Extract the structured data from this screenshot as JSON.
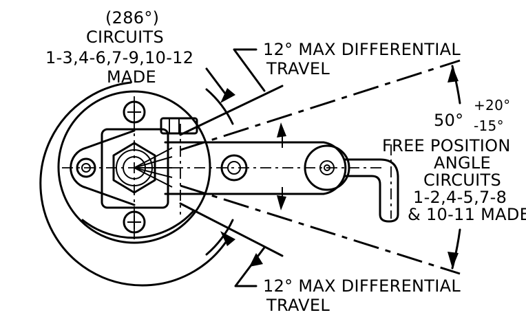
{
  "labels": {
    "circuits_made_angle": "(286°)",
    "circuits_made_title": "CIRCUITS",
    "circuits_made_list": "1-3,4-6,7-9,10-12",
    "circuits_made_state": "MADE",
    "upper_travel_line1": "12° MAX DIFFERENTIAL",
    "upper_travel_line2": "TRAVEL",
    "lower_travel_line1": "12° MAX DIFFERENTIAL",
    "lower_travel_line2": "TRAVEL",
    "angle_plus": "+20°",
    "angle_base": "50°",
    "angle_minus": "-15°",
    "free_pos_line1": "FREE POSITION",
    "free_pos_line2": "ANGLE",
    "free_pos_line3": "CIRCUITS",
    "free_pos_line4": "1-2,4-5,7-8",
    "free_pos_line5": "& 10-11 MADE"
  }
}
